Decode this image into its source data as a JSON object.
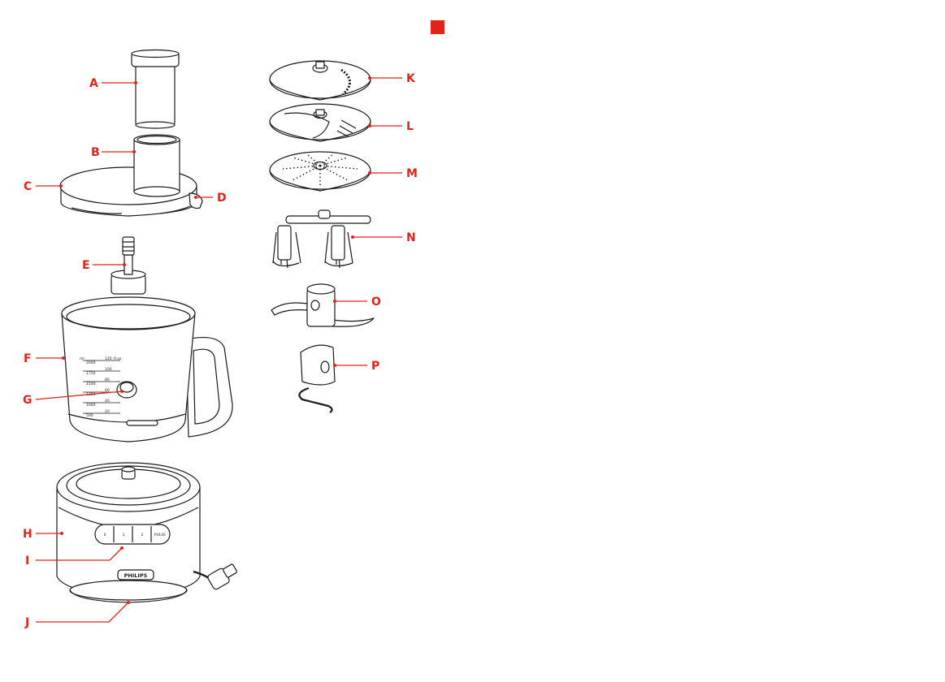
{
  "accent_color": "#e2231a",
  "line_color": "#1a1a1a",
  "labels": {
    "A": "A",
    "B": "B",
    "C": "C",
    "D": "D",
    "E": "E",
    "F": "F",
    "G": "G",
    "H": "H",
    "I": "I",
    "J": "J",
    "K": "K",
    "L": "L",
    "M": "M",
    "N": "N",
    "O": "O",
    "P": "P"
  },
  "bowl_scale": {
    "ml_unit": "ml",
    "oz_unit": "fl.oz",
    "ml_values": [
      "2000",
      "1750",
      "1500",
      "1250",
      "1000",
      "500"
    ],
    "oz_values": [
      "120",
      "100",
      "80",
      "60",
      "40",
      "20"
    ]
  },
  "control_buttons": [
    "0",
    "1",
    "2",
    "PULSE"
  ],
  "brand_name": "PHILIPS"
}
